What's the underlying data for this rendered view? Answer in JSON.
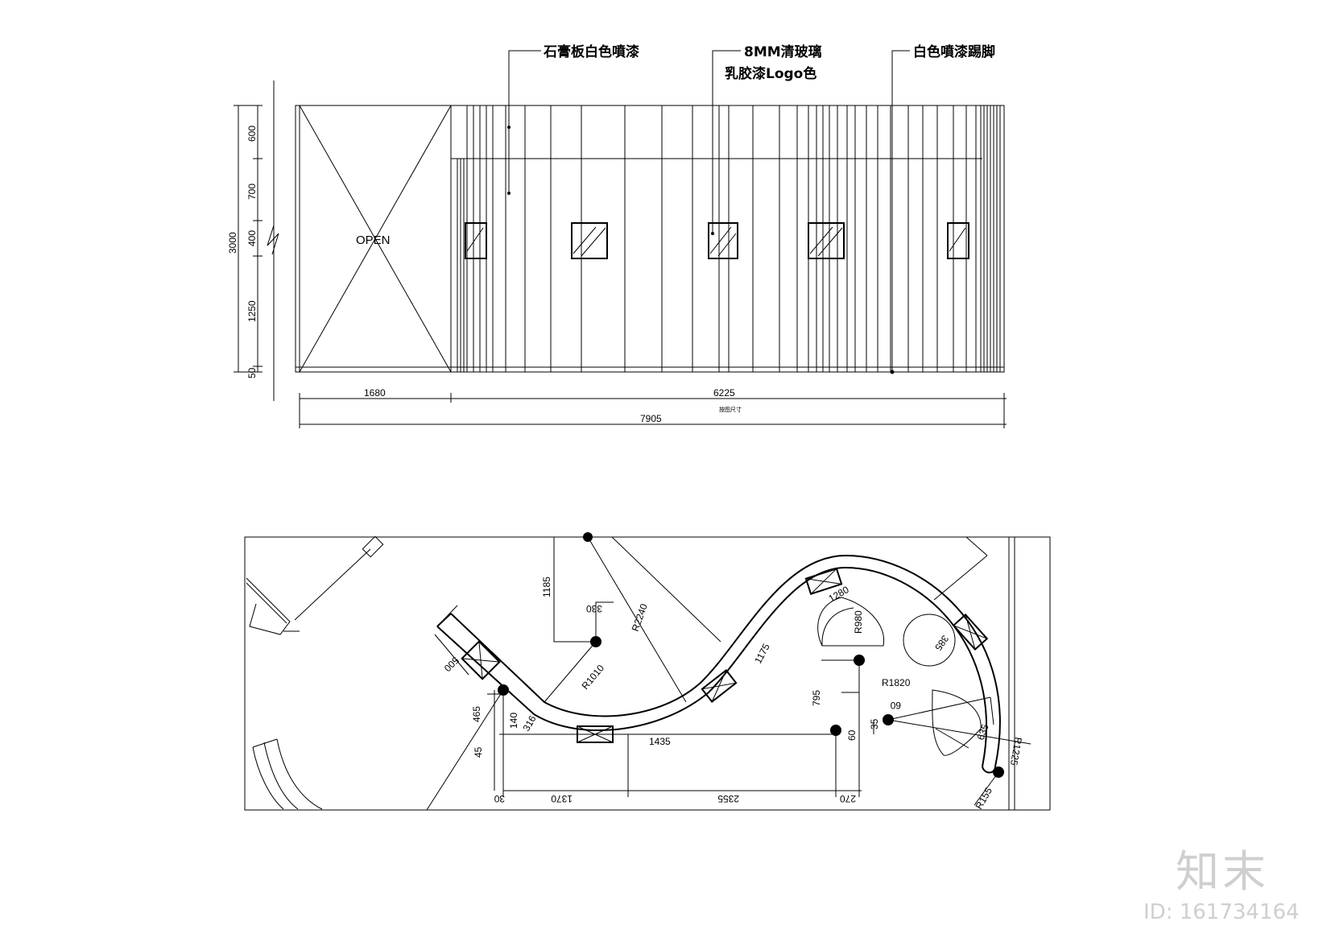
{
  "elevation": {
    "door_label": "OPEN",
    "callouts": {
      "gypsum": "石膏板白色噴漆",
      "glass_line1": "8MM清玻璃",
      "glass_line2": "乳胶漆Logo色",
      "kick": "白色噴漆踢脚"
    },
    "vertical_dims": {
      "total": "3000",
      "d600": "600",
      "d700": "700",
      "d400": "400",
      "d1250": "1250",
      "d50": "50"
    },
    "horizontal_dims": {
      "d1680": "1680",
      "d6225": "6225",
      "d7905": "7905",
      "note": "按图尺寸"
    }
  },
  "plan": {
    "dims": {
      "d1185": "1185",
      "d330": "330",
      "r2240": "R2240",
      "r1010": "R1010",
      "d500": "500",
      "d465": "465",
      "d140": "140",
      "d316": "316",
      "d45": "45",
      "d1435": "1435",
      "d30": "30",
      "d1370": "1370",
      "d2355": "2355",
      "d270": "270",
      "d1175": "1175",
      "d1280": "1280",
      "r980": "R980",
      "d795": "795",
      "d385": "385",
      "r1820": "R1820",
      "d60a": "60",
      "d35": "35",
      "d60b": "60",
      "d635": "635",
      "r1225": "R1225",
      "r155": "R155"
    }
  },
  "watermark": {
    "logo": "知末",
    "id": "ID: 161734164"
  }
}
